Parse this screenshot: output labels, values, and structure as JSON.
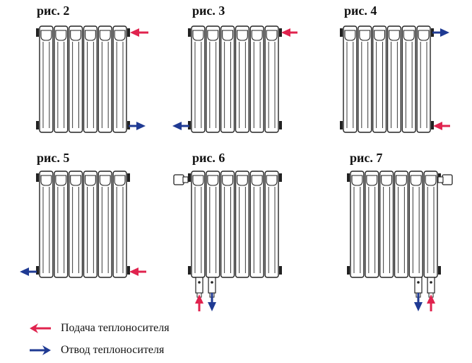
{
  "figures": [
    {
      "label": "рис. 2",
      "supply": "right-top",
      "return": "right-bottom"
    },
    {
      "label": "рис. 3",
      "supply": "right-top",
      "return": "left-bottom"
    },
    {
      "label": "рис. 4",
      "supply": "right-bottom",
      "return": "right-top"
    },
    {
      "label": "рис. 5",
      "supply": "right-bottom",
      "return": "left-bottom"
    },
    {
      "label": "рис. 6",
      "supply": "bottom-left-pipe",
      "return": "bottom-right-pipe",
      "valve": "top-left"
    },
    {
      "label": "рис. 7",
      "supply": "bottom-right-pipe",
      "return": "bottom-left-pipe",
      "valve": "top-right"
    }
  ],
  "legend": {
    "supply_label": "Подача теплоносителя",
    "return_label": "Отвод теплоносителя"
  },
  "colors": {
    "supply": "#e0234e",
    "return": "#1f3a93",
    "outline": "#222222"
  }
}
